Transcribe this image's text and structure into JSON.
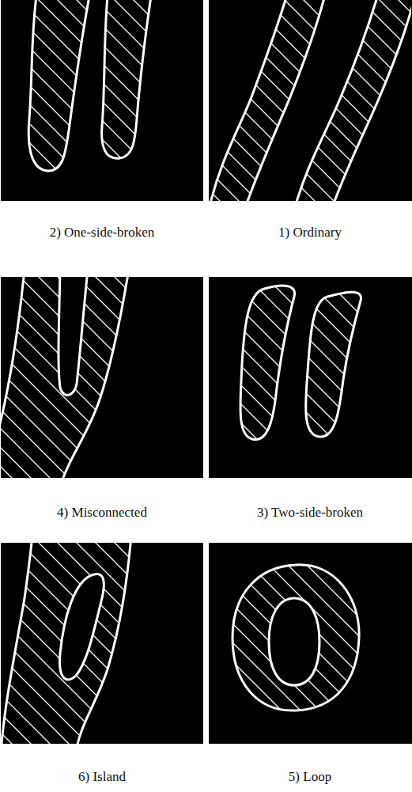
{
  "diagram": {
    "labels": [
      "2) One-side-broken",
      "1) Ordinary",
      "4) Misconnected",
      "3) Two-side-broken",
      "6) Island",
      "5) Loop"
    ]
  }
}
